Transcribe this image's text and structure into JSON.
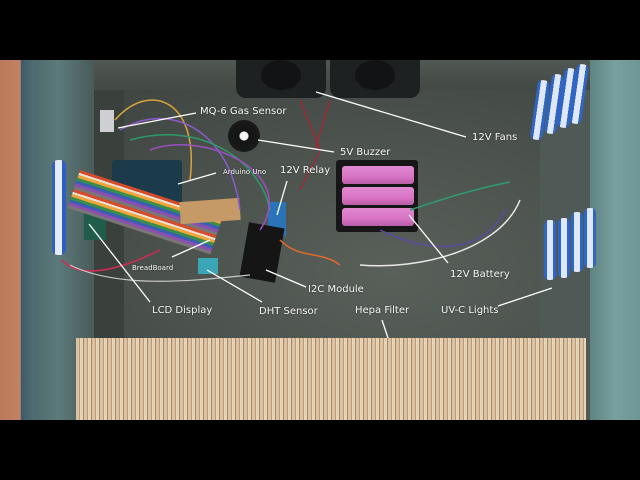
{
  "image": {
    "description": "Annotated photo of an air purifier build inside a box",
    "letterbox_color": "#000000"
  },
  "labels": {
    "mq6": "MQ-6 Gas Sensor",
    "fans": "12V Fans",
    "buzzer": "5V Buzzer",
    "arduino": "Arduino Uno",
    "relay": "12V Relay",
    "breadboard": "BreadBoard",
    "i2c": "I2C Module",
    "battery": "12V Battery",
    "lcd": "LCD Display",
    "dht": "DHT Sensor",
    "hepa": "Hepa Filter",
    "uvc": "UV-C Lights"
  },
  "colors": {
    "label_text": "#f4f4f4",
    "leader_line": "#ffffff",
    "battery_cell": "#d873c4",
    "uv_housing": "#2f66c6",
    "filter": "#d9c3a3"
  }
}
